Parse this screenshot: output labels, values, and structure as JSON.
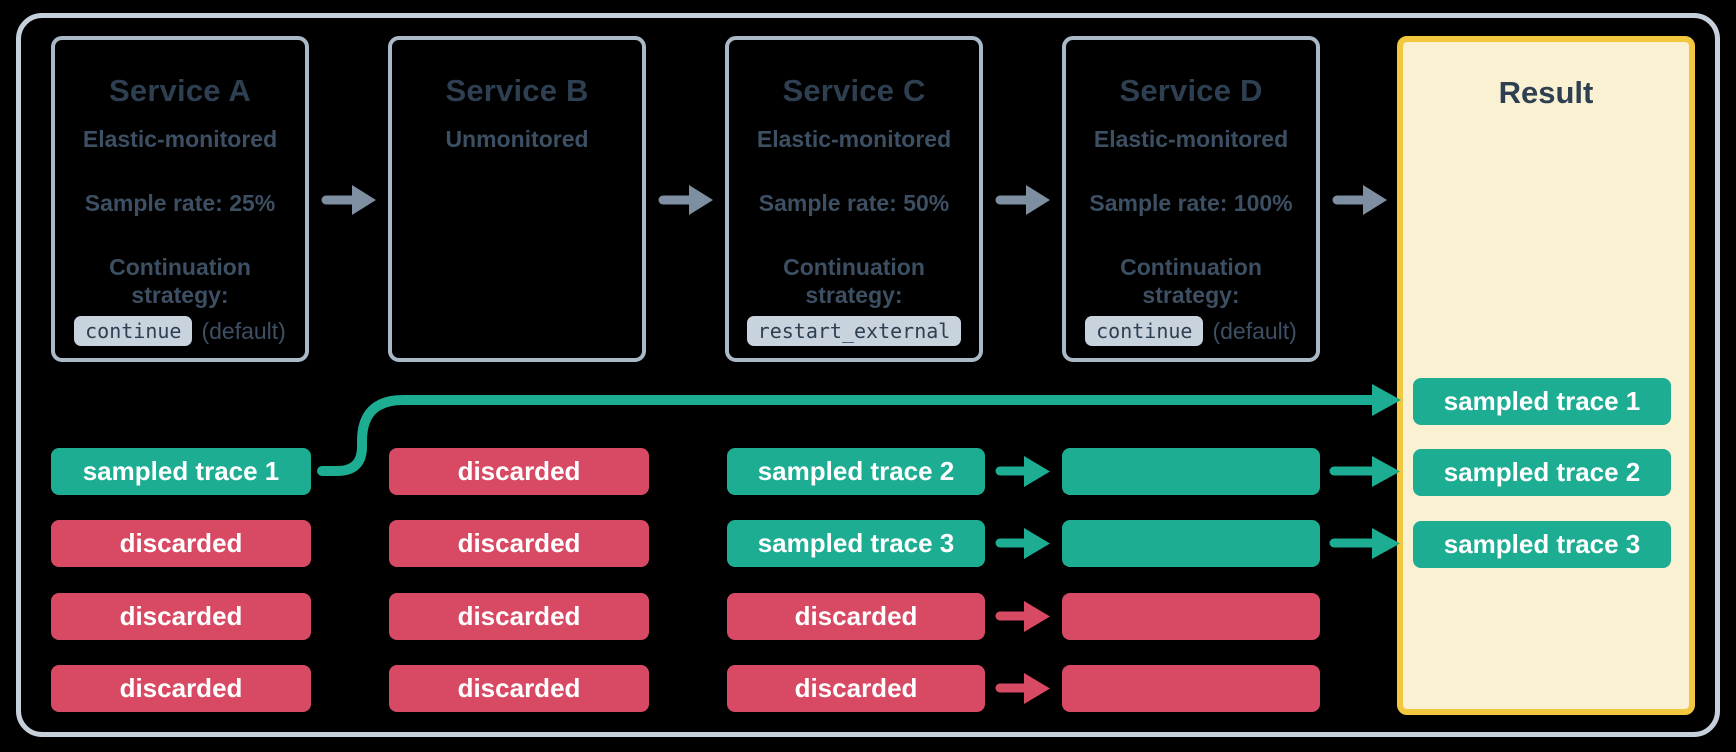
{
  "diagram": {
    "services": [
      {
        "title": "Service A",
        "monitoring": "Elastic-monitored",
        "sample_rate": "Sample rate: 25%",
        "continuation_label": "Continuation strategy:",
        "strategy_code": "continue",
        "strategy_note": "(default)"
      },
      {
        "title": "Service B",
        "monitoring": "Unmonitored"
      },
      {
        "title": "Service C",
        "monitoring": "Elastic-monitored",
        "sample_rate": "Sample rate: 50%",
        "continuation_label": "Continuation strategy:",
        "strategy_code": "restart_external"
      },
      {
        "title": "Service D",
        "monitoring": "Elastic-monitored",
        "sample_rate": "Sample rate: 100%",
        "continuation_label": "Continuation strategy:",
        "strategy_code": "continue",
        "strategy_note": "(default)"
      }
    ],
    "result": {
      "title": "Result",
      "chips": [
        "sampled trace 1",
        "sampled trace 2",
        "sampled trace 3"
      ]
    },
    "trace_columns": {
      "service_a": [
        {
          "label": "sampled trace 1",
          "type": "sampled"
        },
        {
          "label": "discarded",
          "type": "discarded"
        },
        {
          "label": "discarded",
          "type": "discarded"
        },
        {
          "label": "discarded",
          "type": "discarded"
        }
      ],
      "service_b": [
        {
          "label": "discarded",
          "type": "discarded"
        },
        {
          "label": "discarded",
          "type": "discarded"
        },
        {
          "label": "discarded",
          "type": "discarded"
        },
        {
          "label": "discarded",
          "type": "discarded"
        }
      ],
      "service_c": [
        {
          "label": "sampled trace 2",
          "type": "sampled"
        },
        {
          "label": "sampled trace 3",
          "type": "sampled"
        },
        {
          "label": "discarded",
          "type": "discarded"
        },
        {
          "label": "discarded",
          "type": "discarded"
        }
      ],
      "service_d": [
        {
          "label": "",
          "type": "sampled"
        },
        {
          "label": "",
          "type": "sampled"
        },
        {
          "label": "",
          "type": "discarded"
        },
        {
          "label": "",
          "type": "discarded"
        }
      ]
    },
    "colors": {
      "sampled_teal": "#1CAD93",
      "discarded_red": "#D84A63",
      "service_box_border": "#A9B9C8",
      "outer_frame_border": "#C6D0DA",
      "flow_arrow_gray": "#7D8FA1",
      "result_border_yellow": "#F3C73E",
      "result_bg_cream": "#FAF0D2",
      "title_text": "#2E3F51",
      "body_text": "#3D4F63",
      "code_chip_bg": "#C8D3DE"
    }
  }
}
